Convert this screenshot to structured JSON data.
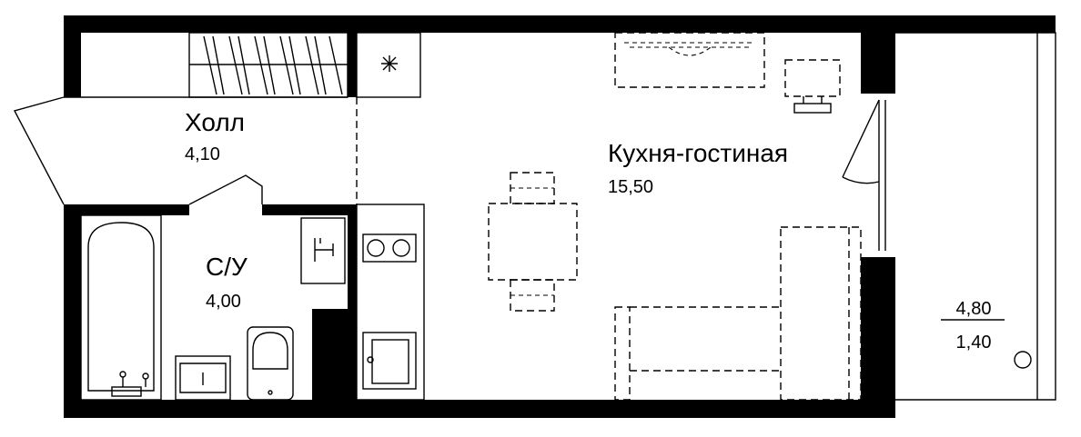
{
  "rooms": {
    "hall": {
      "name": "Холл",
      "area": "4,10"
    },
    "bathroom": {
      "name": "С/У",
      "area": "4,00"
    },
    "kitchen_living": {
      "name": "Кухня-гостиная",
      "area": "15,50"
    }
  },
  "balcony": {
    "top_value": "4,80",
    "bottom_value": "1,40"
  },
  "colors": {
    "wall": "#000000",
    "background": "#ffffff",
    "line": "#000000"
  }
}
